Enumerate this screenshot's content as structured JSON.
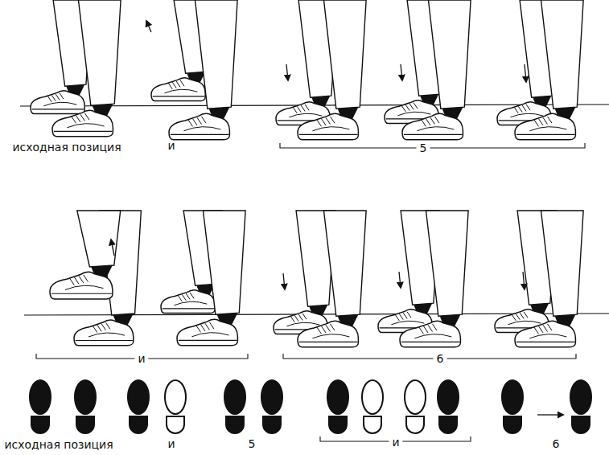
{
  "diagram": {
    "labels": [
      "исходная позиция",
      "и",
      "5",
      "и",
      "6",
      "исходная позиция",
      "и",
      "5",
      "и",
      "6"
    ]
  }
}
